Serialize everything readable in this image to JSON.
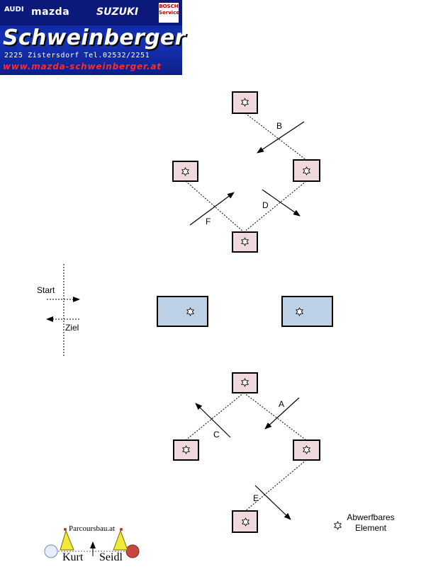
{
  "banner": {
    "brands": [
      "AUDI",
      "mazda",
      "SUZUKI",
      "BOSCH Service"
    ],
    "company": "Schweinberger",
    "address": "2225 Zistersdorf   Tel.02532/2251",
    "website": "www.mazda-schweinberger.at"
  },
  "course": {
    "start_label": "Start",
    "finish_label": "Ziel",
    "lines": [
      "A",
      "B",
      "C",
      "D",
      "E",
      "F"
    ]
  },
  "legend": {
    "line1": "Abwerfbares",
    "line2": "Element"
  },
  "logo": {
    "title": "Parcoursbau.at",
    "first_name": "Kurt",
    "last_name": "Seidl"
  },
  "colors": {
    "obstacle_fill": "#f0d9dc",
    "large_obstacle_fill": "#bcd1e6"
  }
}
